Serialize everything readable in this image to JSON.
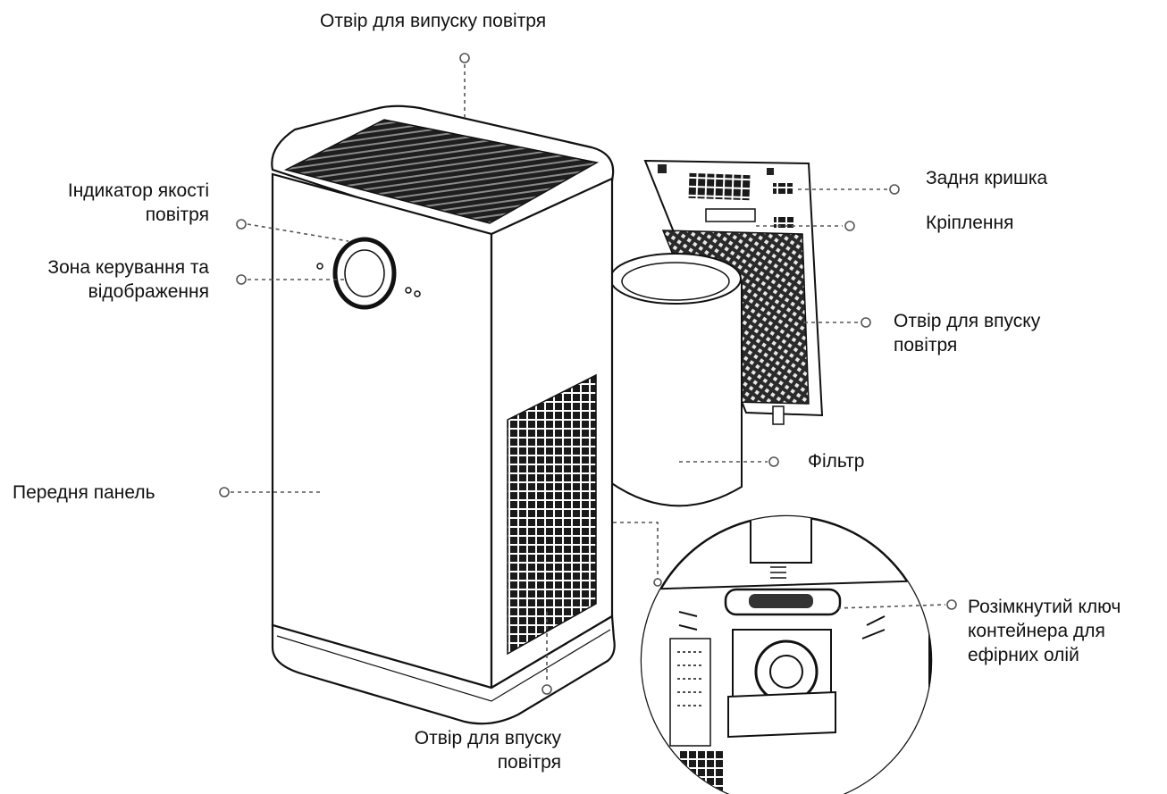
{
  "labels": {
    "outlet_top": {
      "lines": [
        "Отвір для випуску повітря"
      ]
    },
    "air_quality": {
      "lines": [
        "Індикатор якості",
        "повітря"
      ]
    },
    "control_zone": {
      "lines": [
        "Зона керування та",
        "відображення"
      ]
    },
    "front_panel": {
      "lines": [
        "Передня панель"
      ]
    },
    "back_cover": {
      "lines": [
        "Задня кришка"
      ]
    },
    "mount": {
      "lines": [
        "Кріплення"
      ]
    },
    "inlet_back": {
      "lines": [
        "Отвір для впуску",
        "повітря"
      ]
    },
    "filter": {
      "lines": [
        "Фільтр"
      ]
    },
    "oil_key": {
      "lines": [
        "Розімкнутий ключ",
        "контейнера для",
        "ефірних олій"
      ]
    },
    "inlet_bottom": {
      "lines": [
        "Отвір для впуску",
        "повітря"
      ]
    }
  },
  "colors": {
    "line": "#111111",
    "leader": "#555555",
    "background": "#ffffff"
  }
}
